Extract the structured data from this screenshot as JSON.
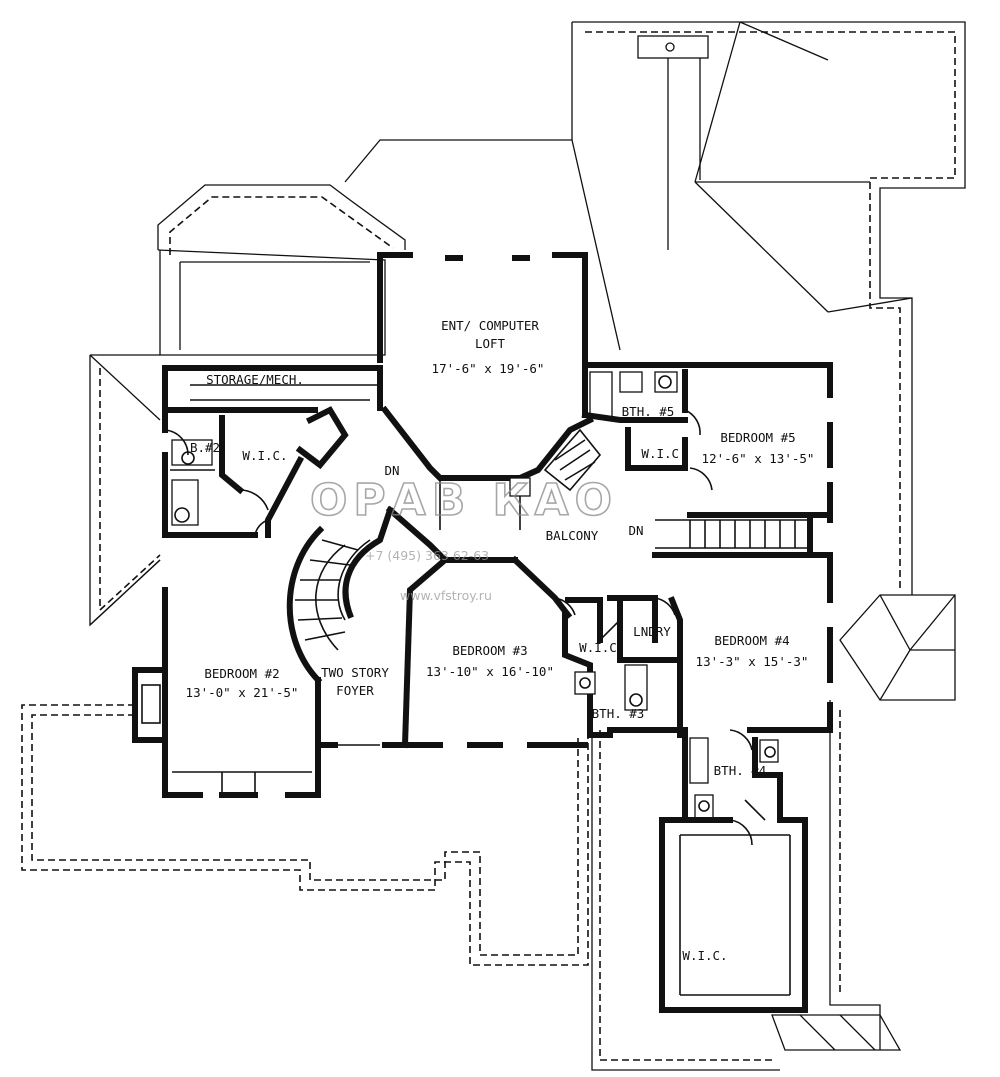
{
  "rooms": {
    "loft": {
      "name_line1": "ENT/ COMPUTER",
      "name_line2": "LOFT",
      "size": "17'-6\" x 19'-6\""
    },
    "storage": {
      "name": "STORAGE/MECH."
    },
    "bath2": {
      "name": "B.#2"
    },
    "wic_upper_left": {
      "name": "W.I.C."
    },
    "bath5": {
      "name": "BTH. #5"
    },
    "wic5": {
      "name": "W.I.C."
    },
    "bedroom5": {
      "name": "BEDROOM #5",
      "size": "12'-6\" x 13'-5\""
    },
    "balcony": {
      "name": "BALCONY"
    },
    "bedroom2": {
      "name": "BEDROOM #2",
      "size": "13'-0\" x 21'-5\""
    },
    "foyer": {
      "name_line1": "TWO STORY",
      "name_line2": "FOYER"
    },
    "bedroom3": {
      "name": "BEDROOM #3",
      "size": "13'-10\" x 16'-10\""
    },
    "wic3": {
      "name": "W.I.C"
    },
    "laundry": {
      "name": "LNDRY"
    },
    "bath3": {
      "name": "BTH. #3"
    },
    "bedroom4": {
      "name": "BEDROOM #4",
      "size": "13'-3\" x 15'-3\""
    },
    "bath4": {
      "name": "BTH. #4"
    },
    "wic_large": {
      "name": "W.I.C."
    }
  },
  "stairs": {
    "main_label": "DN",
    "balcony_label": "DN"
  },
  "watermark": {
    "logo": "ОРАВ КАО",
    "phone": "+7 (495) 363 62-63",
    "url": "www.vfstroy.ru"
  }
}
